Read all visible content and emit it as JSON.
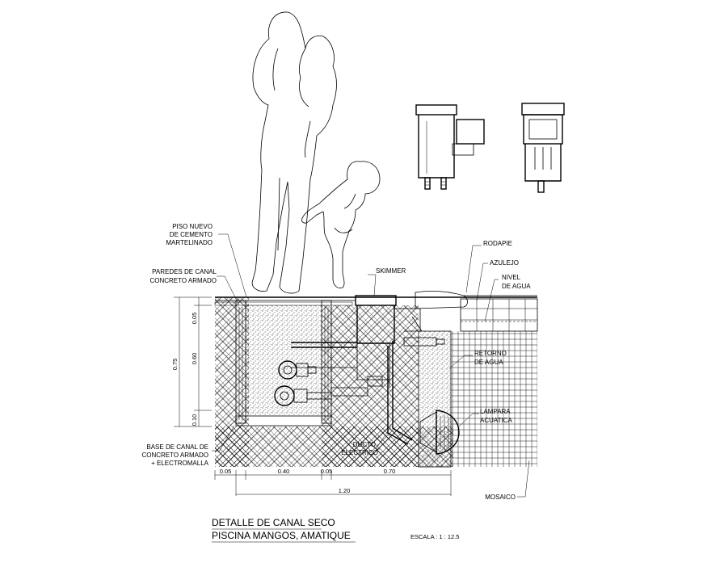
{
  "labels": {
    "piso": [
      "PISO NUEVO",
      "DE CEMENTO",
      "MARTELINADO"
    ],
    "paredes": [
      "PAREDES DE CANAL",
      "CONCRETO ARMADO"
    ],
    "skimmer": "SKIMMER",
    "rodapie": "RODAPIE",
    "azulejo": "AZULEJO",
    "nivel": [
      "NIVEL",
      "DE AGUA"
    ],
    "retorno": [
      "RETORNO",
      "DE AGUA"
    ],
    "lampara": [
      "LAMPARA",
      "ACUATICA"
    ],
    "ducto": [
      "DUCTO",
      "ELECTRICO"
    ],
    "base": [
      "BASE DE CANAL DE",
      "CONCRETO ARMADO",
      "+ ELECTROMALLA"
    ],
    "mosaico": "MOSAICO"
  },
  "dimensions": {
    "v_total": "0.75",
    "v_top": "0.05",
    "v_mid": "0.60",
    "v_bot": "0.10",
    "h_a": "0.05",
    "h_b": "0.40",
    "h_c": "0.05",
    "h_d": "0.70",
    "h_total": "1.20"
  },
  "title": {
    "line1": "DETALLE DE CANAL SECO",
    "line2": "PISCINA MANGOS, AMATIQUE",
    "scale": "ESCALA : 1 : 12.5"
  }
}
